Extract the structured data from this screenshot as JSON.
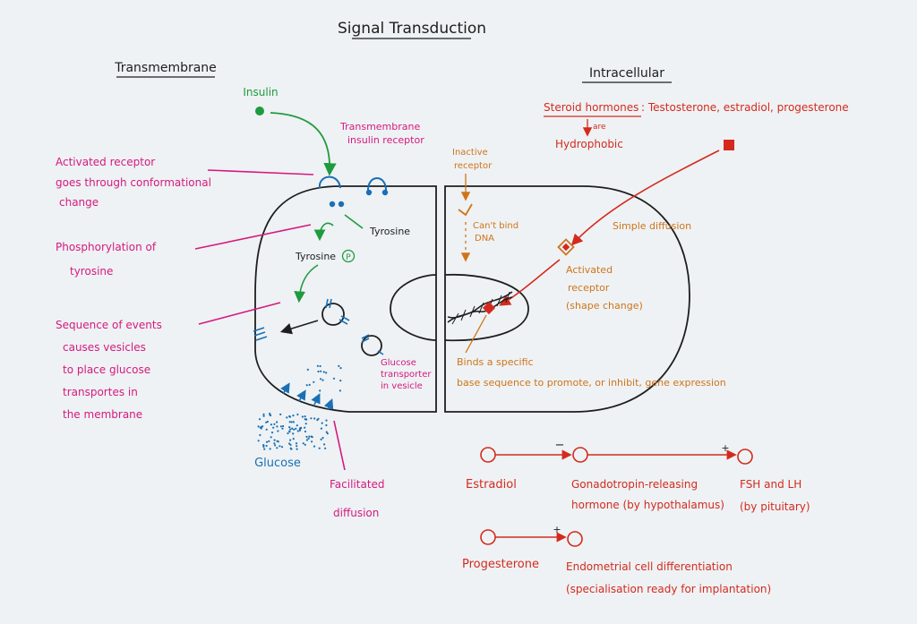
{
  "title": "Signal Transduction",
  "colors": {
    "black": "#1e1e1e",
    "green": "#1f9a3f",
    "magenta": "#d6197f",
    "blue": "#1a6fb5",
    "orange": "#d0741a",
    "red": "#d42a1e",
    "background": "#eef2f4"
  },
  "transmembrane": {
    "heading": "Transmembrane",
    "insulin": "Insulin",
    "receptor_label": [
      "Transmembrane",
      "insulin receptor"
    ],
    "activated_receptor": [
      "Activated receptor",
      "goes through conformational",
      "change"
    ],
    "phosphorylation": [
      "Phosphorylation of",
      "tyrosine"
    ],
    "tyrosine": "Tyrosine",
    "tyrosine_p": "Tyrosine",
    "p_symbol": "P",
    "sequence": [
      "Sequence of events",
      "causes vesicles",
      "to place glucose",
      "transportes in",
      "the membrane"
    ],
    "glucose_transporter": [
      "Glucose",
      "transporter",
      "in vesicle"
    ],
    "glucose": "Glucose",
    "facilitated": [
      "Facilitated",
      "diffusion"
    ]
  },
  "intracellular": {
    "heading": "Intracellular",
    "steroid_heading": "Steroid hormones",
    "steroid_list": ": Testosterone, estradiol, progesterone",
    "are": "are",
    "hydrophobic": "Hydrophobic",
    "inactive_receptor": [
      "Inactive",
      "receptor"
    ],
    "cant_bind": [
      "Can't bind",
      "DNA"
    ],
    "simple_diffusion": "Simple diffusion",
    "activated_receptor": [
      "Activated",
      "receptor",
      "(shape change)"
    ],
    "binds": [
      "Binds a specific",
      "base sequence to promote, or inhibit, gene expression"
    ]
  },
  "pathways": {
    "estradiol": "Estradiol",
    "minus": "−",
    "gnrh": [
      "Gonadotropin-releasing",
      "hormone (by hypothalamus)"
    ],
    "plus1": "+",
    "fsh_lh": [
      "FSH and LH",
      "(by pituitary)"
    ],
    "progesterone": "Progesterone",
    "plus2": "+",
    "endometrial": [
      "Endometrial cell differentiation",
      "(specialisation ready for implantation)"
    ]
  }
}
